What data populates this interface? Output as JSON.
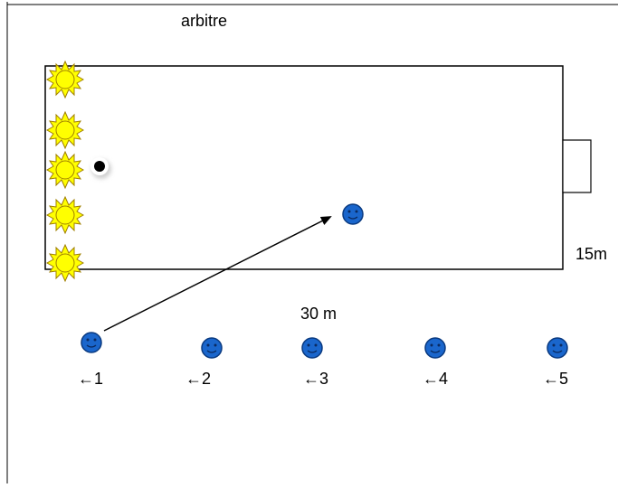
{
  "labels": {
    "referee": "arbitre",
    "field_length": "30 m",
    "field_width": "15m"
  },
  "waiting_players": [
    {
      "label": "←1"
    },
    {
      "label": "←2"
    },
    {
      "label": "←3"
    },
    {
      "label": "←4"
    },
    {
      "label": "←5"
    }
  ],
  "colors": {
    "sun_fill": "#ffff00",
    "sun_stroke": "#a08000",
    "player_fill": "#1a66cc",
    "player_stroke": "#0a3a80",
    "line": "#000000",
    "ball": "#000000"
  },
  "icons": {
    "defender": "sun-icon",
    "attacker": "smiley-icon",
    "ball": "ball-icon",
    "goal": "goal-rect"
  }
}
